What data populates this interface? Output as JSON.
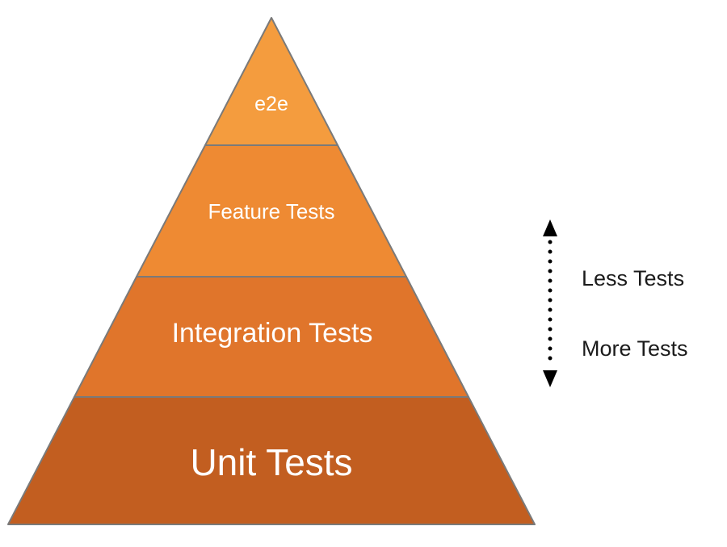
{
  "pyramid": {
    "layers": [
      {
        "label": "e2e",
        "color": "#F49C3E"
      },
      {
        "label": "Feature Tests",
        "color": "#EE8A33"
      },
      {
        "label": "Integration Tests",
        "color": "#E0752B"
      },
      {
        "label": "Unit Tests",
        "color": "#C25E20"
      }
    ],
    "outline_color": "#7A7A7A",
    "label_color": "#FFFFFF"
  },
  "annotation": {
    "less_label": "Less Tests",
    "more_label": "More Tests",
    "arrow_color": "#000000",
    "text_color": "#1B1B1B"
  }
}
